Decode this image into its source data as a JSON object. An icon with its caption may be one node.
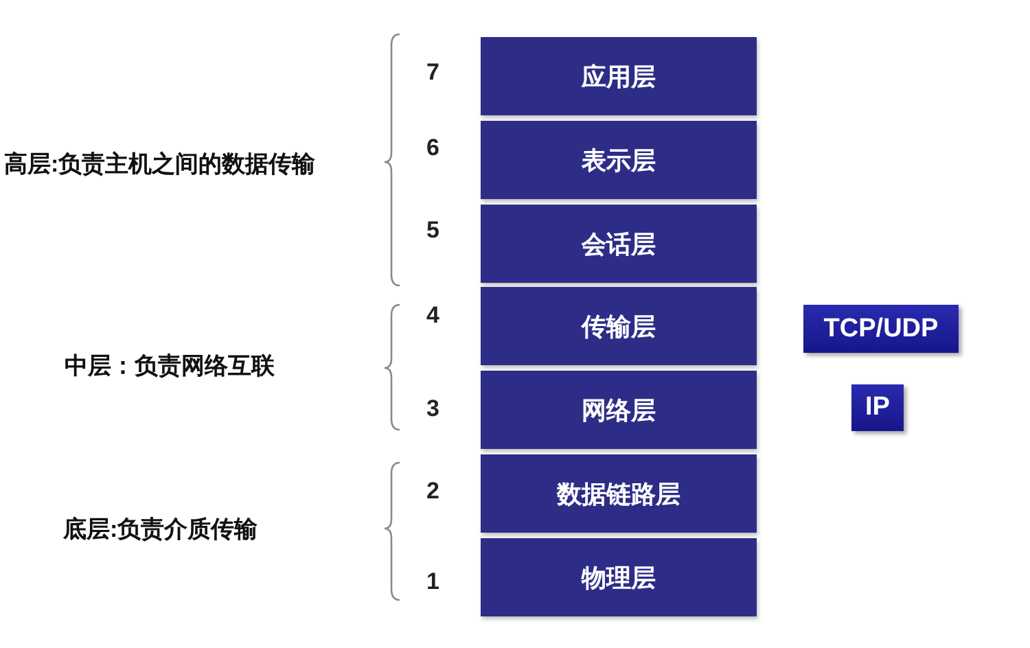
{
  "diagram": {
    "nodes": [
      {
        "text": [
          "应用层"
        ],
        "beside": [
          "7"
        ]
      },
      {
        "text": [
          "表示层"
        ],
        "beside": [
          "6"
        ]
      },
      {
        "text": [
          "会话层"
        ],
        "beside": [
          "5"
        ]
      },
      {
        "text": [
          "传输层"
        ],
        "beside": [
          "4"
        ]
      },
      {
        "text": [
          "网络层"
        ],
        "beside": [
          "3"
        ]
      },
      {
        "text": [
          "数据链路层"
        ],
        "beside": [
          "2"
        ]
      },
      {
        "text": [
          "物理层"
        ],
        "beside": [
          "1"
        ]
      },
      {
        "text": [
          "TCP/UDP"
        ]
      },
      {
        "text": [
          "IP"
        ]
      }
    ],
    "labels": [
      "高层:负责主机之间的数据传输",
      "中层：负责网络互联",
      "底层:负责介质传输"
    ]
  }
}
